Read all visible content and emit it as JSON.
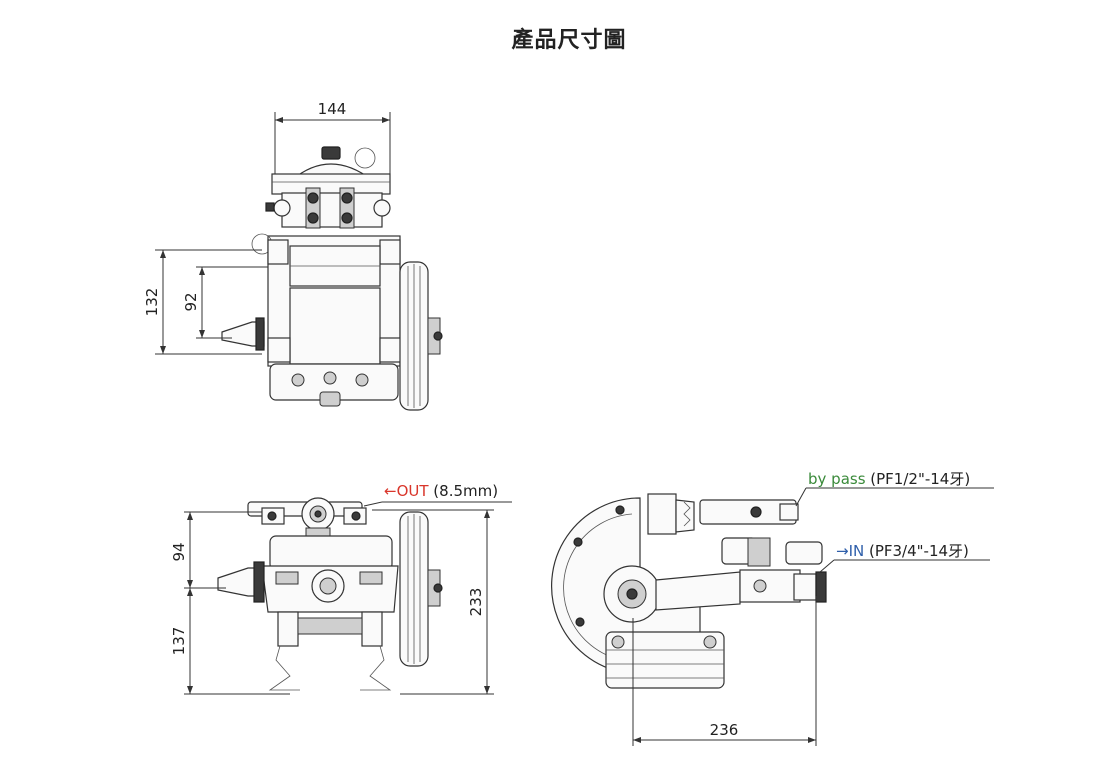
{
  "title": "產品尺寸圖",
  "dimensions": {
    "top_width": "144",
    "top_height_outer": "132",
    "top_height_inner": "92",
    "front_upper": "94",
    "front_lower": "137",
    "front_total": "233",
    "side_width": "236"
  },
  "ports": {
    "out_arrow": "←OUT",
    "out_spec": " (8.5mm)",
    "bypass_name": "by pass",
    "bypass_spec": " (PF1/2\"-14牙)",
    "in_arrow": "→IN",
    "in_spec": " (PF3/4\"-14牙)"
  },
  "colors": {
    "out": "#d9362b",
    "bypass": "#3a8a3a",
    "in": "#2f5faa",
    "line": "#333333"
  }
}
